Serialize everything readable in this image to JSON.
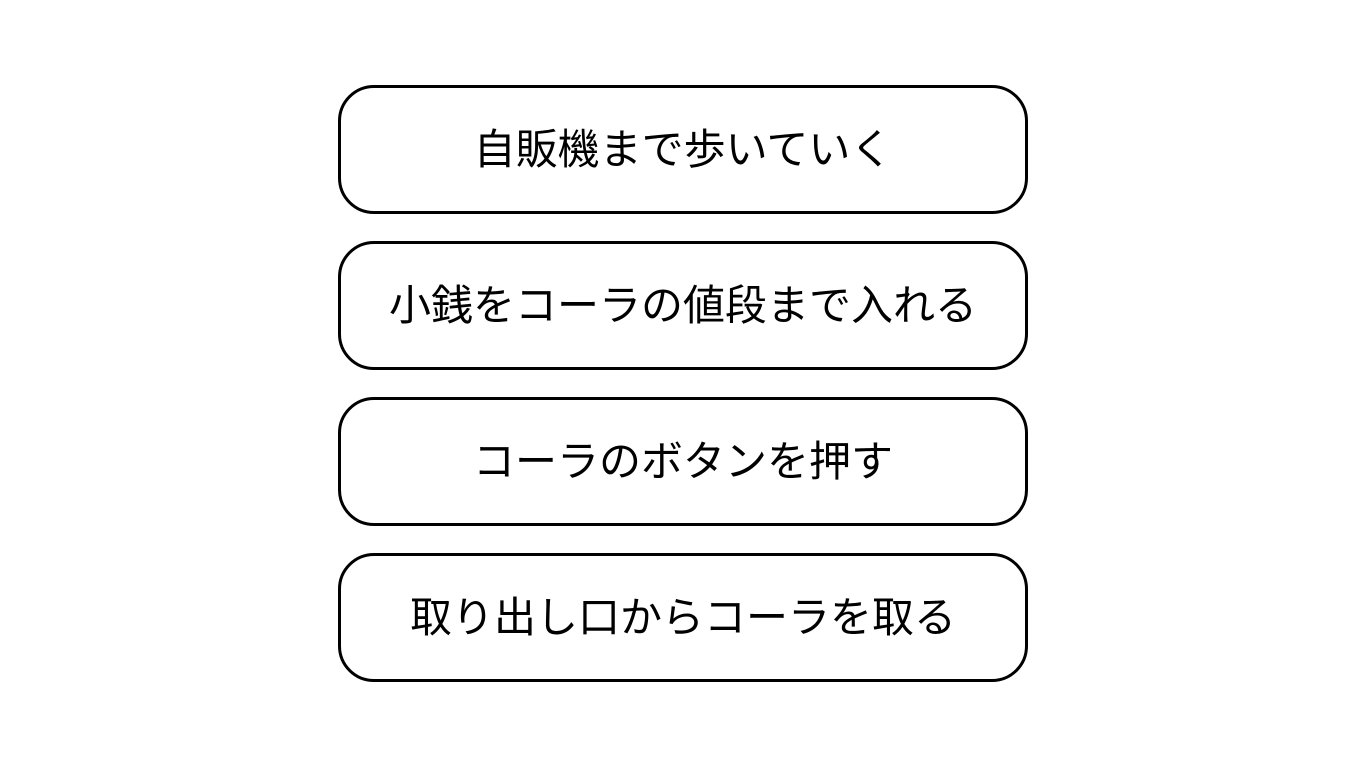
{
  "steps": [
    {
      "label": "自販機まで歩いていく"
    },
    {
      "label": "小銭をコーラの値段まで入れる"
    },
    {
      "label": "コーラのボタンを押す"
    },
    {
      "label": "取り出し口からコーラを取る"
    }
  ]
}
